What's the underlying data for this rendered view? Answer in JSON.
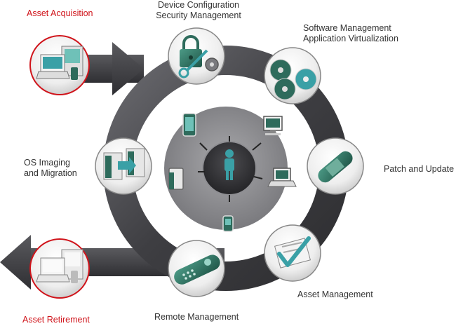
{
  "title": "",
  "colors": {
    "ring": "#4a4a4e",
    "ring_highlight": "#6b6b70",
    "lifecycle_red": "#d0141b",
    "icon_green": "#2e6b5c",
    "icon_teal": "#3aa0a6",
    "center_bg": "#8c8c90",
    "center_core": "#3a3a3e",
    "label_text": "#333333"
  },
  "labels": {
    "asset_acquisition": "Asset Acquisition",
    "asset_retirement": "Asset Retirement",
    "device_config": [
      "Device Configuration",
      "Security Management"
    ],
    "software_mgmt": [
      "Software Management",
      "Application Virtualization"
    ],
    "patch_update": "Patch and Update",
    "asset_management": "Asset Management",
    "remote_management": "Remote Management",
    "os_imaging": [
      "OS Imaging",
      "and Migration"
    ]
  },
  "icons": {
    "acquisition": "desktop-laptop-phone-icon",
    "retirement": "desktop-laptop-phone-icon",
    "device_config": "lock-key-gear-icon",
    "software": "cd-discs-icon",
    "patch": "bandage-icon",
    "asset_mgmt": "checklist-clipboard-icon",
    "remote": "remote-control-icon",
    "os_imaging": "software-box-transfer-icon",
    "center_user": "user-icon",
    "center_devices": [
      "smartphone-icon",
      "desktop-icon",
      "laptop-icon",
      "mobile-phone-icon",
      "server-tower-icon"
    ]
  }
}
